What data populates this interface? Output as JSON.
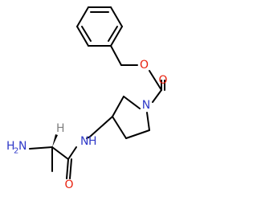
{
  "colors": {
    "bond": "#000000",
    "oxygen": "#e8210e",
    "nitrogen": "#2f39c8",
    "hydrogen_stereo": "#808080"
  },
  "atoms": {
    "ester_oxygen": "O",
    "carbonyl_oxygen_top": "O",
    "ring_nitrogen": "N",
    "amide_nh_n": "N",
    "amide_nh_h": "H",
    "amine_h": "H",
    "amine_h_count": "2",
    "amine_n": "N",
    "stereo_h": "H",
    "amide_oxygen": "O"
  }
}
